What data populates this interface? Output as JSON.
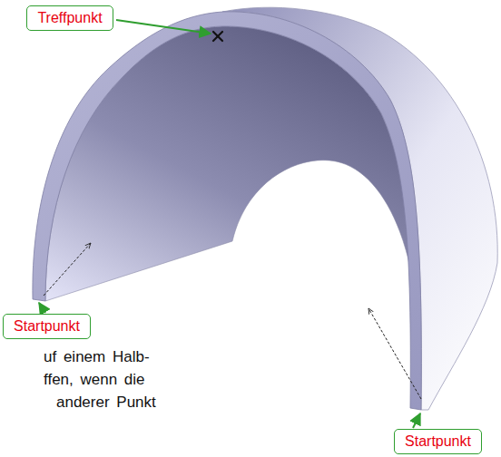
{
  "diagram": {
    "nodes": [
      {
        "text": [
          "Treffpunkt"
        ]
      },
      {
        "text": [
          "Startpunkt"
        ]
      },
      {
        "text": [
          "Startpunkt"
        ]
      }
    ],
    "labels": [
      "uf einem Halb-",
      "ffen, wenn die",
      "anderer Punkt"
    ]
  }
}
